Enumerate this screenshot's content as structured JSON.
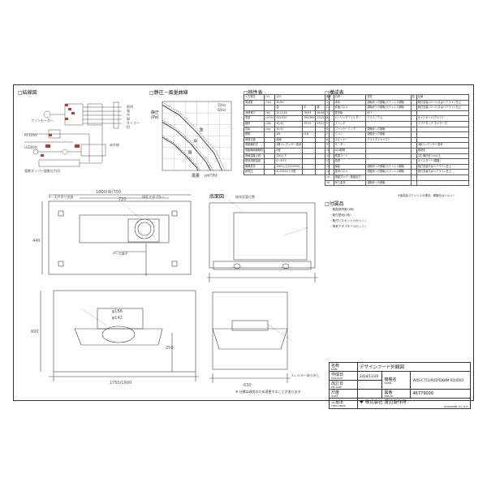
{
  "sections": {
    "wiring": "□結線図",
    "chart": "□静圧－風量曲線",
    "spec": "□特性表",
    "parts": "□構成表",
    "bottom_view": "底面図",
    "accessories": "□付属品"
  },
  "wiring_labels": [
    "照明",
    "ファンモーター",
    "強",
    "中",
    "弱",
    "タイマー",
    "切",
    "赤外線",
    "AC100V",
    "LED照明",
    "電動ダンパー連動出力用"
  ],
  "chart_data": {
    "type": "line",
    "title": "",
    "xlabel": "風量",
    "xunit": "(m³/h)",
    "ylabel": "静圧",
    "yunit": "(Pa)",
    "xlim": [
      0,
      600
    ],
    "ylim": [
      0,
      100
    ],
    "legend": [
      "50Hz",
      "60Hz"
    ],
    "series": [
      {
        "name": "強",
        "values": [
          [
            0,
            95
          ],
          [
            150,
            80
          ],
          [
            300,
            55
          ],
          [
            450,
            25
          ],
          [
            520,
            0
          ]
        ]
      },
      {
        "name": "中",
        "values": [
          [
            0,
            70
          ],
          [
            120,
            58
          ],
          [
            250,
            38
          ],
          [
            380,
            12
          ],
          [
            420,
            0
          ]
        ]
      },
      {
        "name": "弱",
        "values": [
          [
            0,
            48
          ],
          [
            100,
            38
          ],
          [
            200,
            22
          ],
          [
            300,
            4
          ],
          [
            310,
            0
          ]
        ]
      }
    ]
  },
  "spec_table": [
    [
      "入力電圧",
      "(V)",
      "100",
      ""
    ],
    [
      "周波数",
      "(Hz)",
      "50/60",
      ""
    ],
    [
      "",
      "",
      "強",
      "中",
      "弱"
    ],
    [
      "消費電力",
      "(W)",
      "101/118",
      "76/93",
      "46/48"
    ],
    [
      "風量",
      "(m³/h)",
      "505/520",
      "390/395",
      "225/230"
    ],
    [
      "騒音",
      "(dB)",
      "44/42",
      "35/34",
      "23/21"
    ],
    [
      "質量",
      "(kg)",
      "30/32",
      "",
      ""
    ],
    [
      "照明",
      "",
      "4W",
      "LED",
      ""
    ],
    [
      "時間交換",
      "",
      "連続",
      "",
      ""
    ],
    [
      "電動機形式",
      "",
      "4極コンデンサー誘導",
      "",
      ""
    ],
    [
      "電動機絶縁種別",
      "",
      "E種",
      "",
      ""
    ],
    [
      "巻線温度上昇",
      "",
      "75K以下",
      "",
      ""
    ],
    [
      "基準周囲温度",
      "",
      "0～40℃",
      "",
      ""
    ],
    [
      "絶縁抵抗",
      "",
      "1MΩ以上(DC500V)",
      "",
      ""
    ],
    [
      "耐電圧",
      "",
      "AC1000V 1分間",
      "",
      ""
    ]
  ],
  "parts_header": [
    "番号",
    "名称",
    "材質",
    "色",
    "仕様"
  ],
  "parts_table": [
    [
      "1",
      "本体",
      "溶融めっき鋼板/ステンレス鋼板",
      "",
      "焼付塗装(コール)又はヘアライン仕上"
    ],
    [
      "2",
      "前面パネル",
      "溶融めっき鋼板/ステンレス鋼板",
      "",
      "焼付塗装(コール)又はヘアライン仕上"
    ],
    [
      "3",
      "整流板",
      "PET",
      "",
      ""
    ],
    [
      "4",
      "バーリングフィルター",
      "アルミニウム",
      "",
      "オイルガード(アルミ)"
    ],
    [
      "5",
      "スイッチ",
      "",
      "",
      "ソフトタッチ タイマー付"
    ],
    [
      "6",
      "ファンケーシング",
      "溶融めっき鋼板",
      "",
      ""
    ],
    [
      "7",
      "ファン",
      "溶融めっき鋼板",
      "",
      ""
    ],
    [
      "8",
      "スピンナー",
      "アルミダイキャスト",
      "",
      ""
    ],
    [
      "9",
      "モーター",
      "",
      "",
      "4極コンデンサー誘導"
    ],
    [
      "10",
      "LED照明",
      "",
      "",
      "電球色"
    ],
    [
      "11",
      "電源コード",
      "",
      "",
      "2芯 機外長:1m以上"
    ],
    [
      "12",
      "油受",
      "",
      "",
      "オイルガード(樹脂)"
    ],
    [
      "13",
      "幕板",
      "溶融めっき鋼板/ステンレス鋼板",
      "",
      "焼付塗装又はヘアライン仕上"
    ],
    [
      "14",
      "整流パネル",
      "溶融めっき鋼板/ステンレス鋼板",
      "",
      "焼付塗装又はヘアライン仕上"
    ],
    [
      "15",
      "電動ダンパー連動出力",
      "",
      "",
      ""
    ],
    [
      "16",
      "吊り金具",
      "溶融めっき鋼板",
      "",
      ""
    ]
  ],
  "parts_note": "※製品色ステンレスの場合、樹脂色はシルバー",
  "accessories": [
    "・取扱説明書(1冊)",
    "・取付型紙(1枚)",
    "・取付ビスセット(1セット)",
    "・排気アダプター(1セット)"
  ],
  "dims": {
    "top_width": "1800(W)750",
    "top_inner": "720",
    "depth": "440",
    "height": "600",
    "bottom_width": "1750/1900",
    "side_depth": "630",
    "duct1": "φ156",
    "duct2": "φ142",
    "bottom_250": "250",
    "top_label": "4－天井吊り金具",
    "adapter": "排気アダプター",
    "cable": "アース端子",
    "filter_note": "フィルター取り外し",
    "intake": "給排気管位置"
  },
  "footer_note": "※ 仕様は改良のため変更することがあります",
  "title_block": {
    "name_label": "名称",
    "name_en": "NAME",
    "name_value": "デザインフード外観図",
    "date_label": "作成日",
    "date_en": "DRW DATE",
    "date_value": "2024/11/20",
    "model_label": "機種名",
    "model_en": "MODEL",
    "model_value": "WXS-C751/901YDXHM RD(600)",
    "rev_label": "改訂日",
    "rev_en": "REV DATE",
    "drawing_label": "図番",
    "drawing_en": "DWG No.",
    "drawing_value": "46779000",
    "scale_label": "尺度",
    "scale_en": "SCALE",
    "maker_label": "三角法",
    "maker_en": "THIRD ANGLE",
    "maker_value": "株式会社  渡辺製作所",
    "maker_en_value": "WATANABE CO.,LTD."
  }
}
